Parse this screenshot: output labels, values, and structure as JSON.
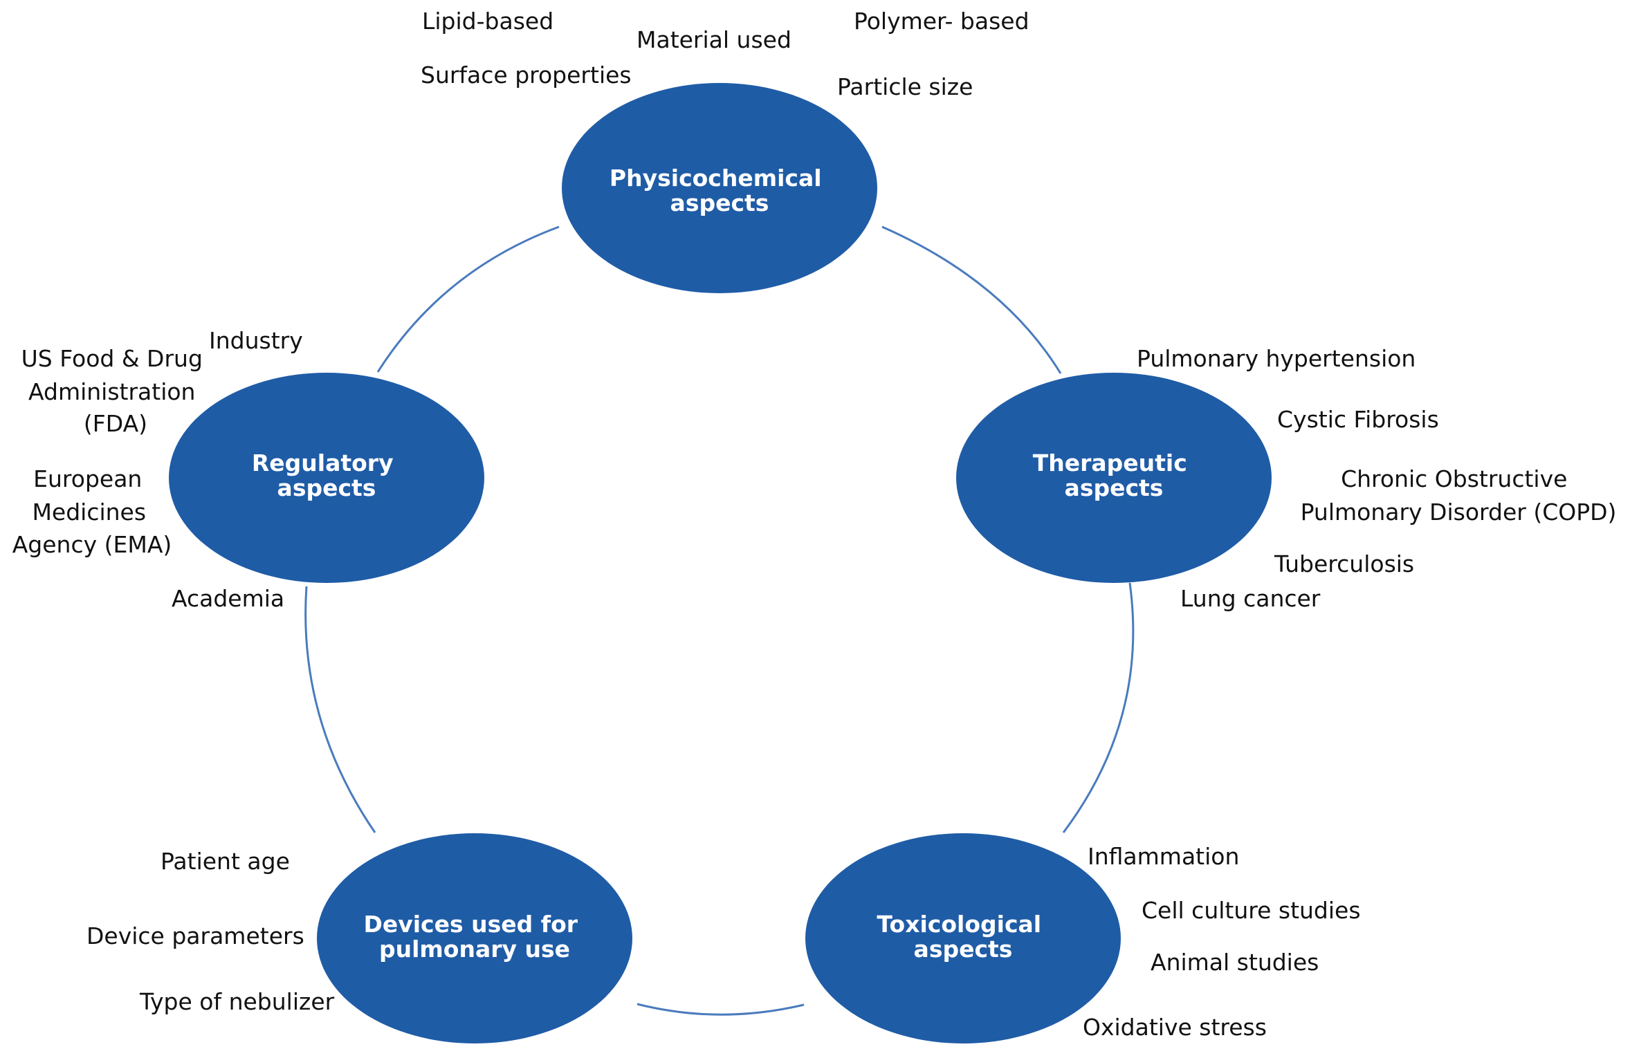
{
  "colors": {
    "node_fill": "#1f5ca6",
    "connector": "#4a7bbd",
    "node_text": "#ffffff",
    "item_text": "#111111"
  },
  "nodes": {
    "physicochemical": {
      "line1": "Physicochemical",
      "line2": "aspects"
    },
    "therapeutic": {
      "line1": "Therapeutic",
      "line2": "aspects"
    },
    "toxicological": {
      "line1": "Toxicological",
      "line2": "aspects"
    },
    "devices": {
      "line1": "Devices used for",
      "line2": "pulmonary use"
    },
    "regulatory": {
      "line1": "Regulatory",
      "line2": "aspects"
    }
  },
  "physicochemical_items": {
    "lipid_based": "Lipid-based",
    "material_used": "Material used",
    "polymer_based": "Polymer- based",
    "surface_properties": "Surface properties",
    "particle_size": "Particle size"
  },
  "therapeutic_items": {
    "pulmonary_hypertension": "Pulmonary hypertension",
    "cystic_fibrosis": "Cystic Fibrosis",
    "copd_line1": "Chronic Obstructive",
    "copd_line2": "Pulmonary Disorder (COPD)",
    "tuberculosis": "Tuberculosis",
    "lung_cancer": "Lung cancer"
  },
  "toxicological_items": {
    "inflammation": "Inflammation",
    "cell_culture_studies": "Cell culture studies",
    "animal_studies": "Animal studies",
    "oxidative_stress": "Oxidative stress"
  },
  "devices_items": {
    "patient_age": "Patient age",
    "device_parameters": "Device parameters",
    "type_of_nebulizer": "Type of nebulizer"
  },
  "regulatory_items": {
    "industry": "Industry",
    "fda_line1": "US Food & Drug",
    "fda_line2": "Administration",
    "fda_line3": "(FDA)",
    "ema_line1": "European",
    "ema_line2": "Medicines",
    "ema_line3": "Agency (EMA)",
    "academia": "Academia"
  }
}
